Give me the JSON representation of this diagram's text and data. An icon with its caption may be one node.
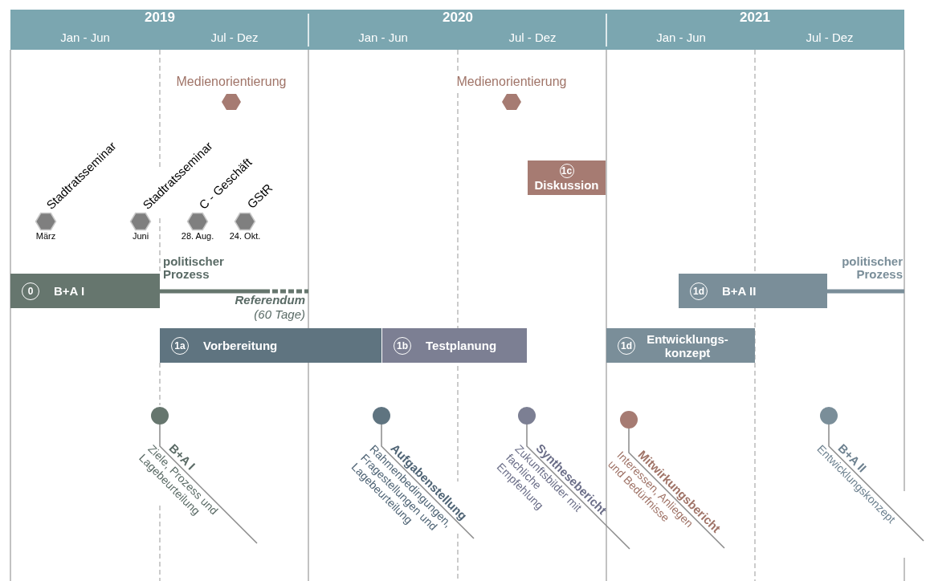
{
  "diagram": {
    "nodes": [
      {
        "text": [
          "0",
          "B+A I"
        ]
      },
      {
        "text": [
          "1a",
          "Vorbereitung"
        ]
      },
      {
        "text": [
          "1b",
          "Testplanung"
        ]
      },
      {
        "text": [
          "1c",
          "Diskussion"
        ]
      },
      {
        "text": [
          "1d",
          "B+A II"
        ]
      },
      {
        "text": [
          "1d",
          "Entwicklungs- konzept"
        ]
      },
      {
        "text": [
          "Stadtratsseminar"
        ],
        "beside": [
          "März"
        ]
      },
      {
        "text": [
          "Stadtratsseminar"
        ],
        "beside": [
          "Juni"
        ]
      },
      {
        "text": [
          "C - Geschäft"
        ],
        "beside": [
          "28. Aug."
        ]
      },
      {
        "text": [
          "GStR"
        ],
        "beside": [
          "24. Okt."
        ]
      },
      {
        "text": [
          "Medienorientierung"
        ]
      },
      {
        "text": [
          "Medienorientierung"
        ]
      },
      {
        "text": [
          "B+A I",
          "Ziele, Prozess und Lagebeurteilung"
        ]
      },
      {
        "text": [
          "Aufgabenstellung",
          "Rahmenbedingungen, Fragestellungen und Lagebeurteilung"
        ]
      },
      {
        "text": [
          "Synthesebericht",
          "Zukunftsbilder mit fachliche Empfehlung"
        ]
      },
      {
        "text": [
          "Mitwirkungsbericht",
          "Interessen, Anliegen und Bedürfnisse"
        ]
      },
      {
        "text": [
          "B+A II",
          "Entwicklungskonzept"
        ]
      }
    ],
    "labels": [
      "2019",
      "Jan - Jun",
      "Jul - Dez",
      "2020",
      "Jan - Jun",
      "Jul - Dez",
      "2021",
      "Jan - Jun",
      "Jul - Dez",
      "politischer Prozess",
      "Referendum",
      "(60 Tage)",
      "politischer Prozess"
    ]
  }
}
